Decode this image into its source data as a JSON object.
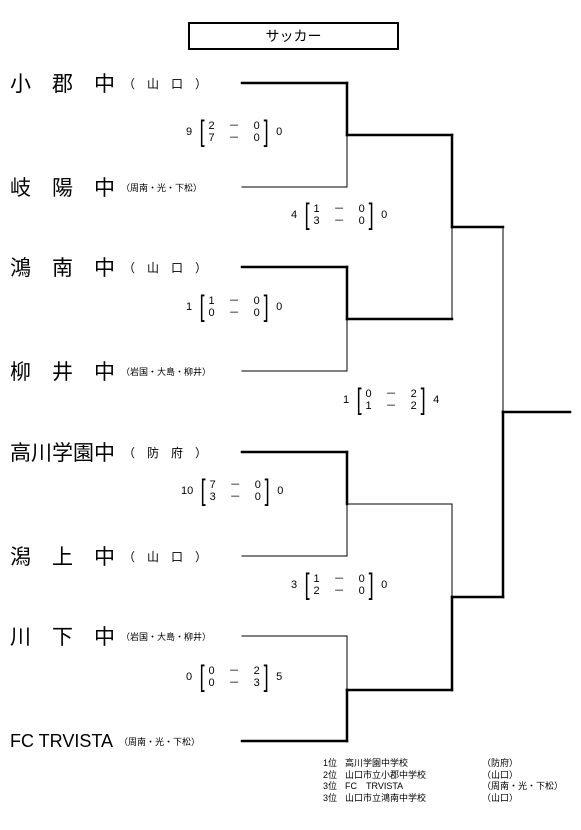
{
  "title": "サッカー",
  "teams": [
    {
      "name": "小　郡　中",
      "region": "（　山　口　）"
    },
    {
      "name": "岐　陽　中",
      "region": "（周南・光・下松）"
    },
    {
      "name": "鴻　南　中",
      "region": "（　山　口　）"
    },
    {
      "name": "柳　井　中",
      "region": "（岩国・大島・柳井）"
    },
    {
      "name": "高川学園中",
      "region": "（　防　府　）"
    },
    {
      "name": "潟　上　中",
      "region": "（　山　口　）"
    },
    {
      "name": "川　下　中",
      "region": "（岩国・大島・柳井）"
    },
    {
      "name": "FC TRVISTA",
      "region": "（周南・光・下松）"
    }
  ],
  "matches": [
    {
      "left": "9",
      "h1": "2",
      "s1": "0",
      "h2": "7",
      "s2": "0",
      "right": "0"
    },
    {
      "left": "1",
      "h1": "1",
      "s1": "0",
      "h2": "0",
      "s2": "0",
      "right": "0"
    },
    {
      "left": "10",
      "h1": "7",
      "s1": "0",
      "h2": "3",
      "s2": "0",
      "right": "0"
    },
    {
      "left": "0",
      "h1": "0",
      "s1": "2",
      "h2": "0",
      "s2": "3",
      "right": "5"
    },
    {
      "left": "4",
      "h1": "1",
      "s1": "0",
      "h2": "3",
      "s2": "0",
      "right": "0"
    },
    {
      "left": "3",
      "h1": "1",
      "s1": "0",
      "h2": "2",
      "s2": "0",
      "right": "0"
    },
    {
      "left": "1",
      "h1": "0",
      "s1": "2",
      "h2": "1",
      "s2": "2",
      "right": "4"
    }
  ],
  "dash": "－",
  "results": [
    {
      "rank": "1位",
      "school": "高川学園中学校",
      "region": "（防府）"
    },
    {
      "rank": "2位",
      "school": "山口市立小郡中学校",
      "region": "（山口）"
    },
    {
      "rank": "3位",
      "school": "FC　TRVISTA",
      "region": "（周南・光・下松）"
    },
    {
      "rank": "3位",
      "school": "山口市立鴻南中学校",
      "region": "（山口）"
    }
  ]
}
